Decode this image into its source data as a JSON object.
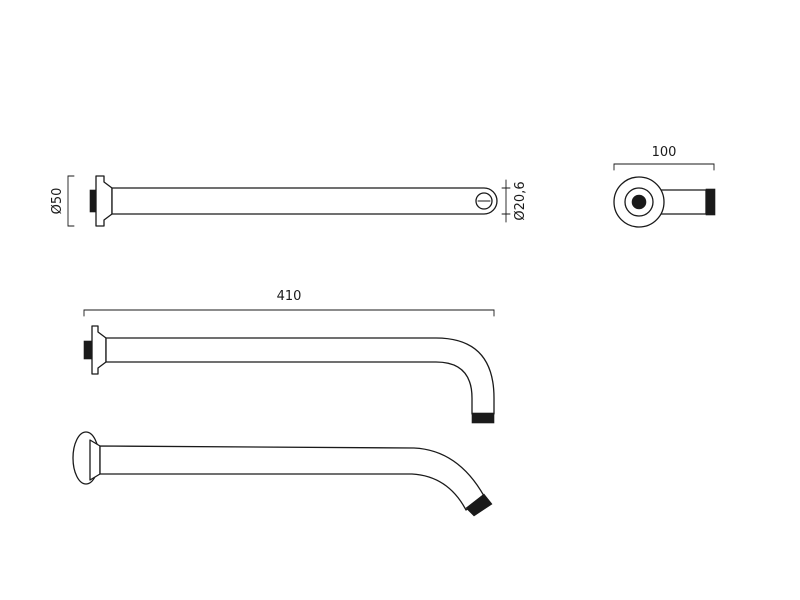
{
  "dimensions": {
    "flange_diameter": "Ø50",
    "pipe_diameter": "Ø20,6",
    "projection": "100",
    "length": "410"
  },
  "colors": {
    "line": "#1a1a1a",
    "background": "#ffffff",
    "thread": "#1a1a1a"
  }
}
